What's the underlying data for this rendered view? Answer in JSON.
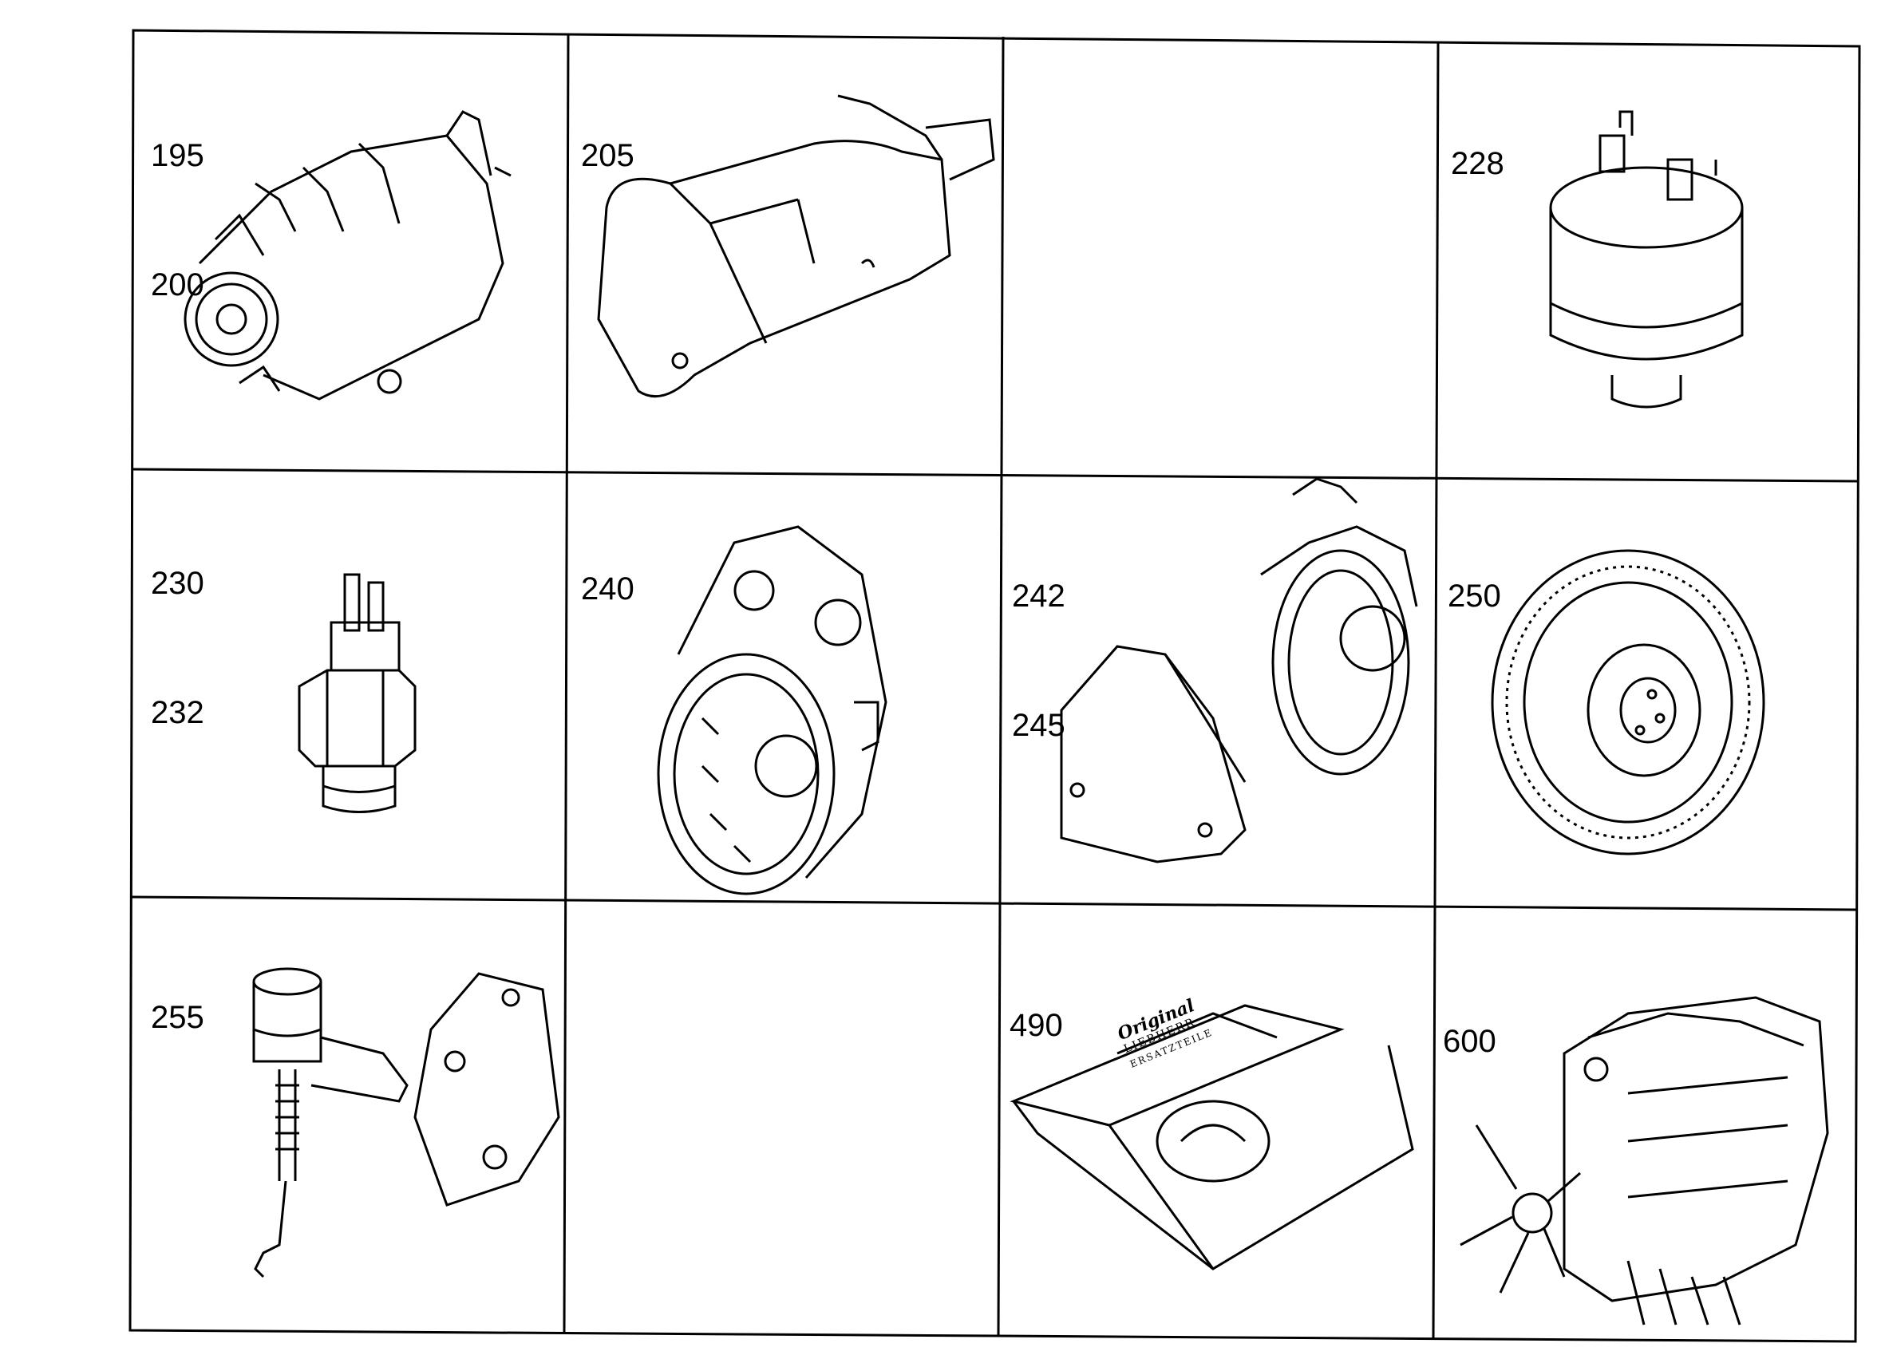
{
  "cells": [
    {
      "id": "r1c1",
      "labels": [
        "195",
        "200"
      ],
      "part": "alternator-illustration"
    },
    {
      "id": "r1c2",
      "labels": [
        "205"
      ],
      "part": "starter-motor-illustration"
    },
    {
      "id": "r1c3",
      "labels": [],
      "part": ""
    },
    {
      "id": "r1c4",
      "labels": [
        "228"
      ],
      "part": "solenoid-switch-illustration"
    },
    {
      "id": "r2c1",
      "labels": [
        "230",
        "232"
      ],
      "part": "temperature-switch-illustration"
    },
    {
      "id": "r2c2",
      "labels": [
        "240"
      ],
      "part": "flywheel-housing-illustration"
    },
    {
      "id": "r2c3",
      "labels": [
        "242",
        "245"
      ],
      "part": "housing-cover-illustration"
    },
    {
      "id": "r2c4",
      "labels": [
        "250"
      ],
      "part": "flywheel-illustration"
    },
    {
      "id": "r3c1",
      "labels": [
        "255"
      ],
      "part": "shutoff-solenoid-illustration"
    },
    {
      "id": "r3c2",
      "labels": [],
      "part": ""
    },
    {
      "id": "r3c3",
      "labels": [
        "490"
      ],
      "part": "gasket-kit-illustration"
    },
    {
      "id": "r3c4",
      "labels": [
        "600"
      ],
      "part": "engine-illustration"
    }
  ],
  "gasket_kit_text": [
    "Original",
    "LIEBHERR",
    "ERSATZTEILE"
  ],
  "colors": {
    "line": "#000000",
    "background": "#ffffff"
  }
}
